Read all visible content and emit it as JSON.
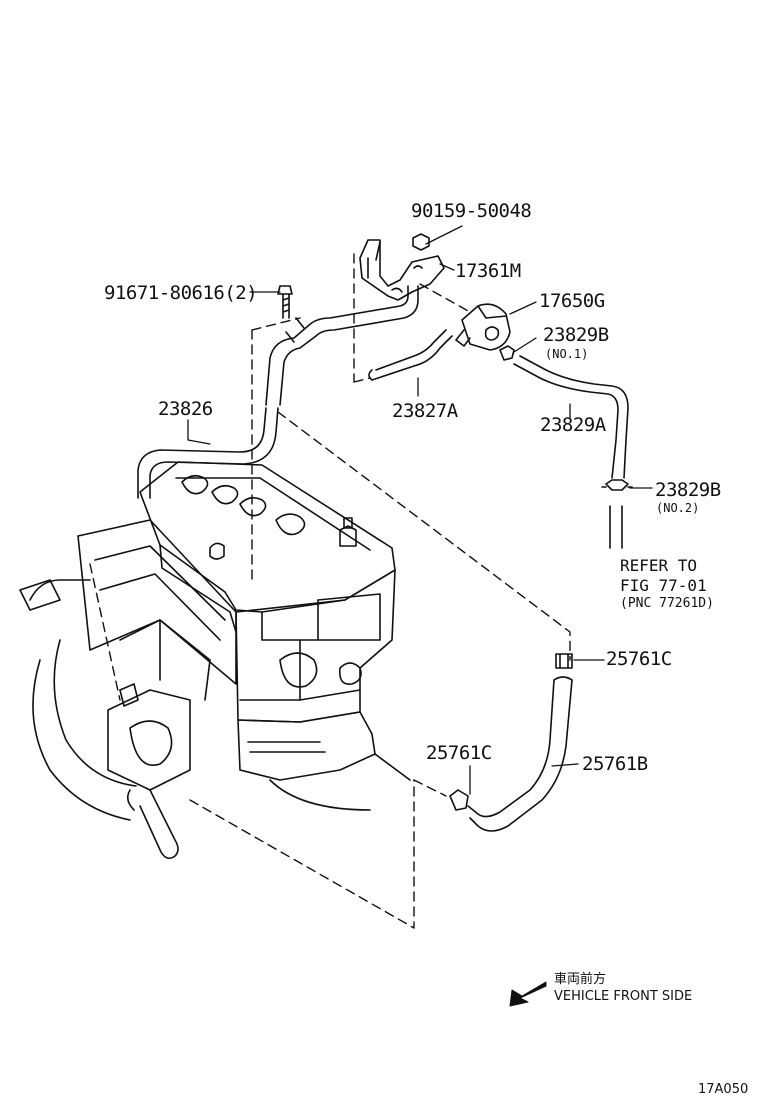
{
  "parts": {
    "p90159": "90159-50048",
    "p17361m": "17361M",
    "p91671": "91671-80616(2)",
    "p17650g": "17650G",
    "p23829b_1": "23829B",
    "p23829b_1_note": "(NO.1)",
    "p23826": "23826",
    "p23827a": "23827A",
    "p23829a": "23829A",
    "p23829b_2": "23829B",
    "p23829b_2_note": "(NO.2)",
    "p25761c_a": "25761C",
    "p25761c_b": "25761C",
    "p25761b": "25761B"
  },
  "reference": {
    "line1": "REFER TO",
    "line2": "FIG 77-01",
    "line3": "(PNC 77261D)"
  },
  "direction": {
    "japanese": "車両前方",
    "english": "VEHICLE FRONT SIDE"
  },
  "figure_id": "17A050"
}
